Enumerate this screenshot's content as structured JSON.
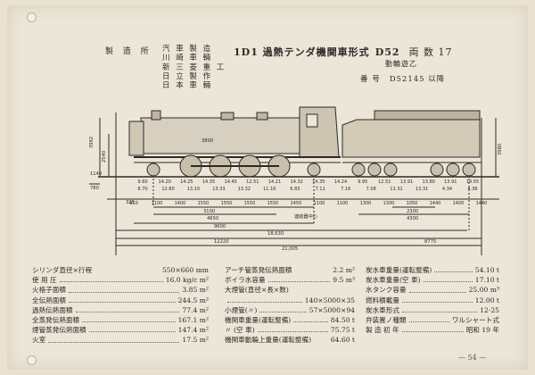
{
  "header": {
    "manufacturer_label": "製 造 所",
    "manufacturers": [
      "汽 車 製 造",
      "川 崎 車 輛",
      "新 三 菱 重 工",
      "日 立 製 作",
      "日 本 車 輛"
    ],
    "title": "1D1 過熱テンダ機関車形式",
    "model": "D52",
    "count_label": "両 数",
    "count": "17",
    "brake": "動輪遊乙",
    "serial_label": "番 号",
    "serial_value": "D52145 以降"
  },
  "dimensions": {
    "wheelbase_top": [
      "910",
      "1100",
      "1400",
      "1550",
      "1550",
      "1550",
      "1550",
      "2450",
      "1100",
      "1100",
      "1300",
      "1300",
      "1050",
      "1440",
      "1400",
      "1440"
    ],
    "axle_loads": [
      "9.60",
      "14.20",
      "14.25",
      "14.35",
      "14.45",
      "12.51",
      "14.21",
      "14.32",
      "14.35",
      "14.24",
      "9.95",
      "12.51",
      "13.91",
      "13.80",
      "13.91",
      "14.55"
    ],
    "axle_loads_empty": [
      "8.70",
      "12.80",
      "13.10",
      "13.33",
      "13.32",
      "11.16",
      "6.83",
      "7.11",
      "7.16",
      "7.08",
      "11.31",
      "13.31",
      "4.34",
      "4.36"
    ],
    "left_heights": [
      "3962",
      "2540",
      "780",
      "1140"
    ],
    "right_height": "3980",
    "boiler_center": "3800",
    "spans": [
      "3100",
      "4650",
      "9600",
      "18,630",
      "12220",
      "21,005",
      "8775",
      "4300",
      "2300"
    ],
    "front_offset": "325",
    "rail_mark": "連結器中心"
  },
  "specs": {
    "col1": [
      {
        "label": "シリンダ直径×行程",
        "value": "550×660 mm",
        "dots": false
      },
      {
        "label": "使 用 圧",
        "value": "16.0 kg/c m²",
        "dots": true
      },
      {
        "label": "火格子面積",
        "value": "3.85 m²",
        "dots": true
      },
      {
        "label": "全伝熱面積",
        "value": "244.5 m²",
        "dots": true
      },
      {
        "label": "過熱伝熱面積",
        "value": "77.4 m²",
        "dots": true
      },
      {
        "label": "全蒸発伝熱面積",
        "value": "167.1 m²",
        "dots": true
      },
      {
        "label": "煙管蒸発伝熱面積",
        "value": "147.4 m²",
        "dots": true
      },
      {
        "label": "火室",
        "value": "17.5 m²",
        "dots": true
      }
    ],
    "col2": [
      {
        "label": "アーチ管蒸発伝熱面積",
        "value": "2.2 m²",
        "dots": false
      },
      {
        "label": "ボイラ水容量",
        "value": "9.5 m³",
        "dots": true
      },
      {
        "label": "大煙管(直径×長×数)",
        "value": "",
        "dots": false
      },
      {
        "label": "",
        "value": "140×5000×35",
        "dots": true
      },
      {
        "label": "小煙管(〃)",
        "value": "57×5000×94",
        "dots": true
      },
      {
        "label": "機関車重量(運転整備)",
        "value": "84.50 t",
        "dots": true
      },
      {
        "label": "〃 (空 車)",
        "value": "75.75 t",
        "dots": true
      },
      {
        "label": "機関車動輪上重量(運転整備)",
        "value": "64.60 t",
        "dots": false
      }
    ],
    "col3": [
      {
        "label": "炭水車重量(運転整備)",
        "value": "54.10 t",
        "dots": true
      },
      {
        "label": "炭水車重量(空 車)",
        "value": "17.10 t",
        "dots": true
      },
      {
        "label": "水タンク容量",
        "value": "25.00 m³",
        "dots": true
      },
      {
        "label": "燃料積載量",
        "value": "12.00 t",
        "dots": true
      },
      {
        "label": "炭水車形式",
        "value": "12-25",
        "dots": true
      },
      {
        "label": "弁装置ノ種類",
        "value": "ワルシャート式",
        "dots": true
      },
      {
        "label": "製 造 初 年",
        "value": "昭和 19 年",
        "dots": true
      }
    ]
  },
  "page_number": "— 54 —"
}
